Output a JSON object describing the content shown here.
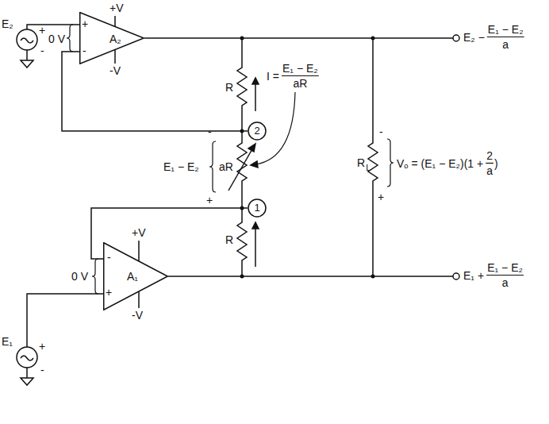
{
  "diagram": {
    "nodes": [
      {
        "text": [
          "A₂"
        ]
      },
      {
        "text": [
          "2"
        ]
      },
      {
        "text": [
          "1"
        ]
      },
      {
        "text": [
          "A₁"
        ]
      }
    ],
    "labels": [
      "+V",
      "-V",
      "+",
      "-",
      "E₂",
      "+",
      "-",
      "0 V",
      "E₂ −",
      "E₁ − E₂",
      "a",
      "R",
      "I =",
      "E₁ − E₂",
      "aR",
      "-",
      "E₁ − E₂",
      "aR",
      "+",
      "R",
      "+V",
      "-V",
      "-",
      "+",
      "0 V",
      "E₁",
      "+",
      "-",
      "E₁ +",
      "E₁ − E₂",
      "a",
      "R",
      "L",
      "-",
      "+",
      "Vₒ = (E₁ − E₂)(1 +",
      "2",
      "a",
      ")"
    ]
  }
}
